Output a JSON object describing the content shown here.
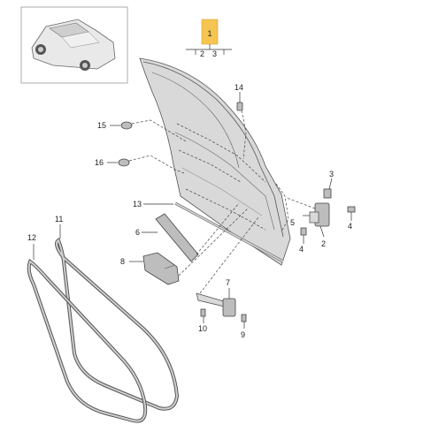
{
  "callouts": {
    "c1": "1",
    "c2": "2",
    "c3": "3",
    "c2b": "2",
    "c3b": "3",
    "c4a": "4",
    "c4b": "4",
    "c5": "5",
    "c6": "6",
    "c7": "7",
    "c8": "8",
    "c9": "9",
    "c10": "10",
    "c11": "11",
    "c12": "12",
    "c13": "13",
    "c14": "14",
    "c15": "15",
    "c16": "16"
  },
  "colors": {
    "highlight": "#f5c451",
    "line": "#333333",
    "part": "#d9d9d9"
  }
}
